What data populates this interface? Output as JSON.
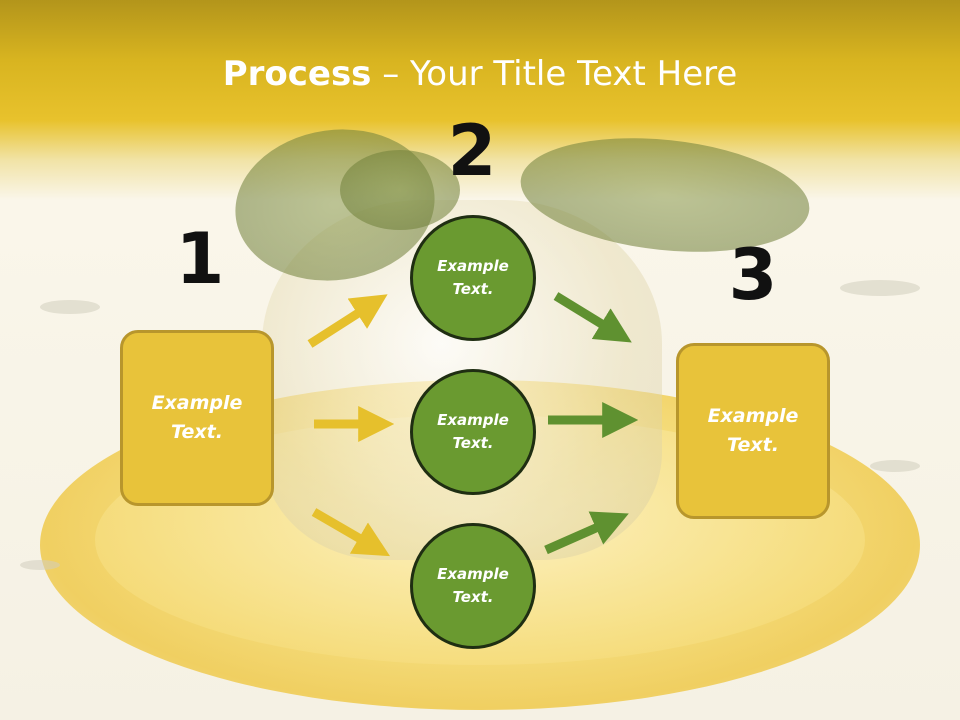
{
  "title": {
    "bold": "Process",
    "rest": " – Your Title Text Here"
  },
  "steps": {
    "one": "1",
    "two": "2",
    "three": "3"
  },
  "left_box": {
    "line1": "Example",
    "line2": "Text."
  },
  "circles": [
    {
      "line1": "Example",
      "line2": "Text."
    },
    {
      "line1": "Example",
      "line2": "Text."
    },
    {
      "line1": "Example",
      "line2": "Text."
    }
  ],
  "right_box": {
    "line1": "Example",
    "line2": "Text."
  },
  "colors": {
    "yellow_box": "#e8c33a",
    "green_circle": "#6a9a30",
    "yellow_arrow": "#e6c02c",
    "green_arrow": "#5f9130"
  }
}
